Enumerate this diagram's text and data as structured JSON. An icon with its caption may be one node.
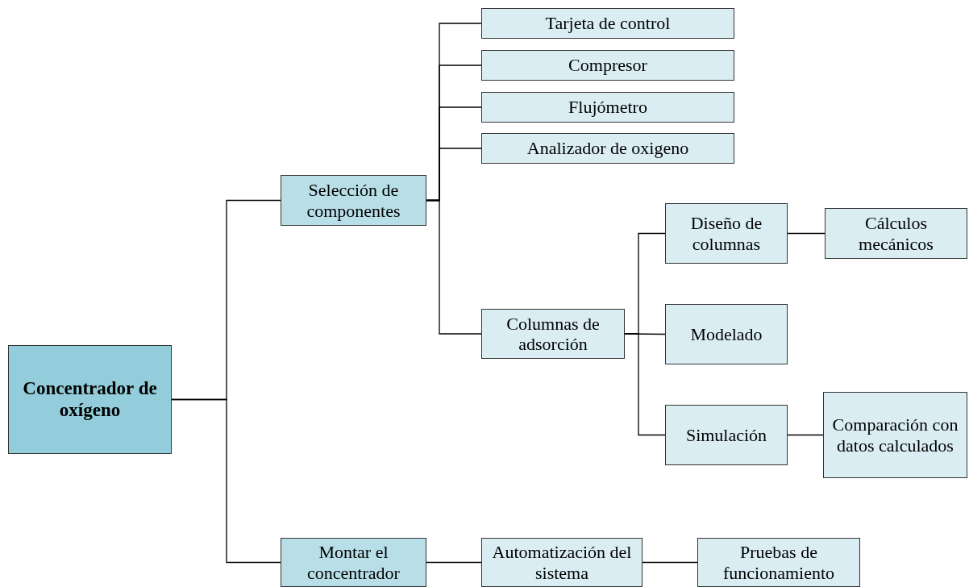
{
  "diagram": {
    "nodes": [
      {
        "text": [
          "Concentrador de oxígeno"
        ]
      },
      {
        "text": [
          "Selección de componentes"
        ]
      },
      {
        "text": [
          "Tarjeta de control"
        ]
      },
      {
        "text": [
          "Compresor"
        ]
      },
      {
        "text": [
          "Flujómetro"
        ]
      },
      {
        "text": [
          "Analizador de oxigeno"
        ]
      },
      {
        "text": [
          "Columnas de adsorción"
        ]
      },
      {
        "text": [
          "Diseño de columnas"
        ]
      },
      {
        "text": [
          "Cálculos mecánicos"
        ]
      },
      {
        "text": [
          "Modelado"
        ]
      },
      {
        "text": [
          "Simulación"
        ]
      },
      {
        "text": [
          "Comparación con datos calculados"
        ]
      },
      {
        "text": [
          "Montar el concentrador"
        ]
      },
      {
        "text": [
          "Automatización del sistema"
        ]
      },
      {
        "text": [
          "Pruebas de funcionamiento"
        ]
      }
    ],
    "edges": [
      {
        "from": 0,
        "to": 1,
        "arrow": "none"
      },
      {
        "from": 0,
        "to": 12,
        "arrow": "none"
      },
      {
        "from": 1,
        "to": 2,
        "arrow": "none"
      },
      {
        "from": 1,
        "to": 3,
        "arrow": "none"
      },
      {
        "from": 1,
        "to": 4,
        "arrow": "none"
      },
      {
        "from": 1,
        "to": 5,
        "arrow": "none"
      },
      {
        "from": 1,
        "to": 6,
        "arrow": "none"
      },
      {
        "from": 6,
        "to": 7,
        "arrow": "none"
      },
      {
        "from": 6,
        "to": 9,
        "arrow": "none"
      },
      {
        "from": 6,
        "to": 10,
        "arrow": "none"
      },
      {
        "from": 7,
        "to": 8,
        "arrow": "none"
      },
      {
        "from": 10,
        "to": 11,
        "arrow": "none"
      },
      {
        "from": 12,
        "to": 13,
        "arrow": "none"
      },
      {
        "from": 13,
        "to": 14,
        "arrow": "none"
      }
    ]
  }
}
